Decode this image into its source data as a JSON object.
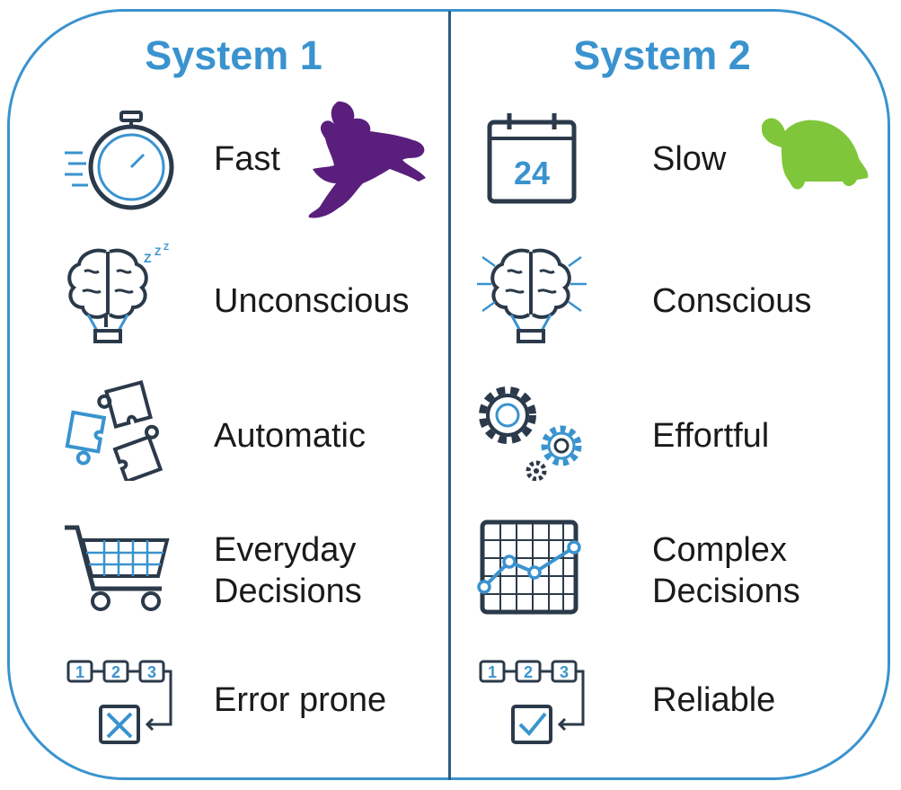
{
  "colors": {
    "accent": "#3a93cf",
    "dark": "#2b3a4a",
    "hare": "#5a1f7c",
    "tortoise": "#7fc63a"
  },
  "system1": {
    "title": "System 1",
    "items": [
      {
        "label": "Fast",
        "icon": "stopwatch-icon"
      },
      {
        "label": "Unconscious",
        "icon": "sleeping-brain-icon"
      },
      {
        "label": "Automatic",
        "icon": "puzzle-icon"
      },
      {
        "label_line1": "Everyday",
        "label_line2": "Decisions",
        "icon": "shopping-cart-icon"
      },
      {
        "label": "Error prone",
        "icon": "sequence-error-icon"
      }
    ],
    "animal": "hare-icon"
  },
  "system2": {
    "title": "System 2",
    "items": [
      {
        "label": "Slow",
        "icon": "calendar-icon",
        "calendar_day": "24"
      },
      {
        "label": "Conscious",
        "icon": "active-brain-icon"
      },
      {
        "label": "Effortful",
        "icon": "gears-icon"
      },
      {
        "label_line1": "Complex",
        "label_line2": "Decisions",
        "icon": "line-graph-icon"
      },
      {
        "label": "Reliable",
        "icon": "sequence-check-icon"
      }
    ],
    "animal": "tortoise-icon"
  },
  "sequence_numbers": [
    "1",
    "2",
    "3"
  ]
}
